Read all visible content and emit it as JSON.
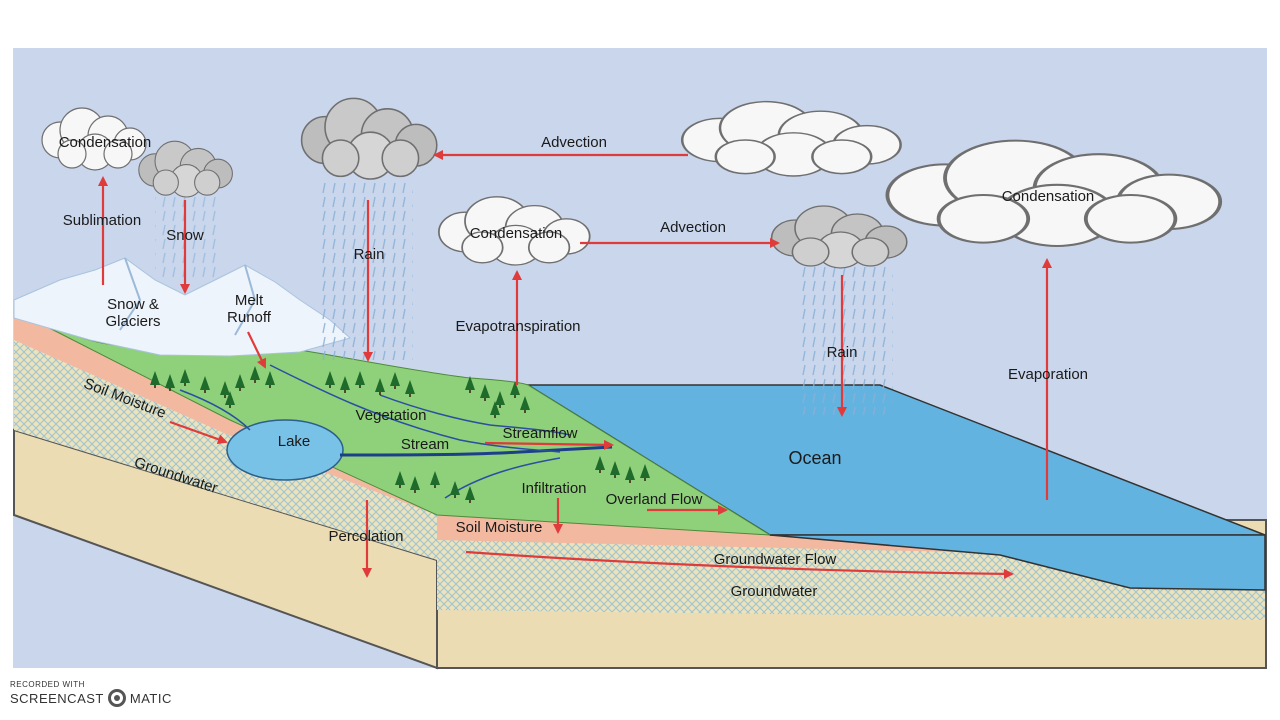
{
  "labels": {
    "condensation_left": "Condensation",
    "sublimation": "Sublimation",
    "snow": "Snow",
    "snow_glaciers_1": "Snow &",
    "snow_glaciers_2": "Glaciers",
    "melt_runoff_1": "Melt",
    "melt_runoff_2": "Runoff",
    "rain_left": "Rain",
    "advection_top": "Advection",
    "condensation_middle": "Condensation",
    "advection_middle": "Advection",
    "evapotranspiration": "Evapotranspiration",
    "condensation_right": "Condensation",
    "rain_right": "Rain",
    "evaporation": "Evaporation",
    "ocean": "Ocean",
    "soil_moisture_left": "Soil Moisture",
    "groundwater_left": "Groundwater",
    "lake": "Lake",
    "vegetation": "Vegetation",
    "stream": "Stream",
    "streamflow": "Streamflow",
    "infiltration": "Infiltration",
    "overland_flow": "Overland Flow",
    "percolation": "Percolation",
    "soil_moisture_front": "Soil Moisture",
    "groundwater_flow": "Groundwater Flow",
    "groundwater_front": "Groundwater"
  },
  "watermark": {
    "recorded_with": "RECORDED WITH",
    "brand_left": "SCREENCAST",
    "brand_right": "MATIC"
  },
  "colors": {
    "sky": "#c9d6ec",
    "ocean": "#63b3e0",
    "land": "#8fd07a",
    "soil": "#f3b9a0",
    "groundwater": "#d8e2c4",
    "bedrock": "#ecdcb4",
    "arrow": "#e03a3a"
  }
}
